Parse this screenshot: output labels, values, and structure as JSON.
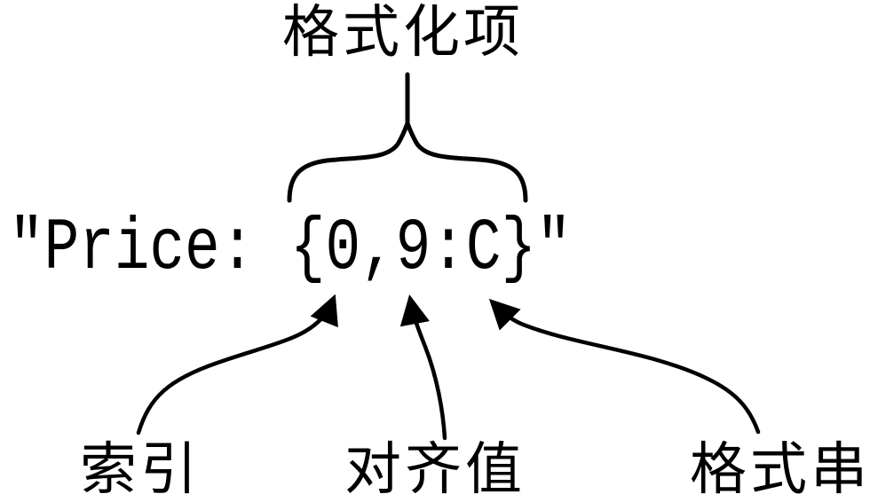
{
  "colors": {
    "ink": "#000000",
    "background": "#ffffff"
  },
  "diagram": {
    "top_label": "格式化项",
    "code_text": "\"Price: {0,9:C}\"",
    "brace_covers": "{0,9:C}",
    "annotations": [
      {
        "label": "索引",
        "points_to": "0"
      },
      {
        "label": "对齐值",
        "points_to": "9"
      },
      {
        "label": "格式串",
        "points_to": "C"
      }
    ]
  }
}
